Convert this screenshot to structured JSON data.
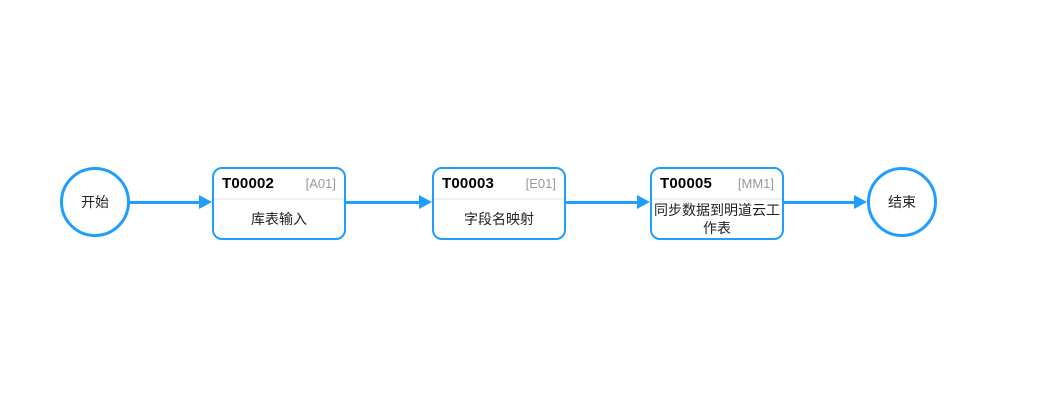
{
  "flow": {
    "start": {
      "label": "开始"
    },
    "end": {
      "label": "结束"
    },
    "nodes": [
      {
        "id": "T00002",
        "code": "[A01]",
        "label": "库表输入"
      },
      {
        "id": "T00003",
        "code": "[E01]",
        "label": "字段名映射"
      },
      {
        "id": "T00005",
        "code": "[MM1]",
        "label": "同步数据到明道云工作表"
      }
    ],
    "colors": {
      "accent": "#1E9FFF",
      "node_id_text": "#000000",
      "type_code_text": "#999999",
      "divider": "#f0f0f0",
      "background": "#ffffff"
    }
  }
}
